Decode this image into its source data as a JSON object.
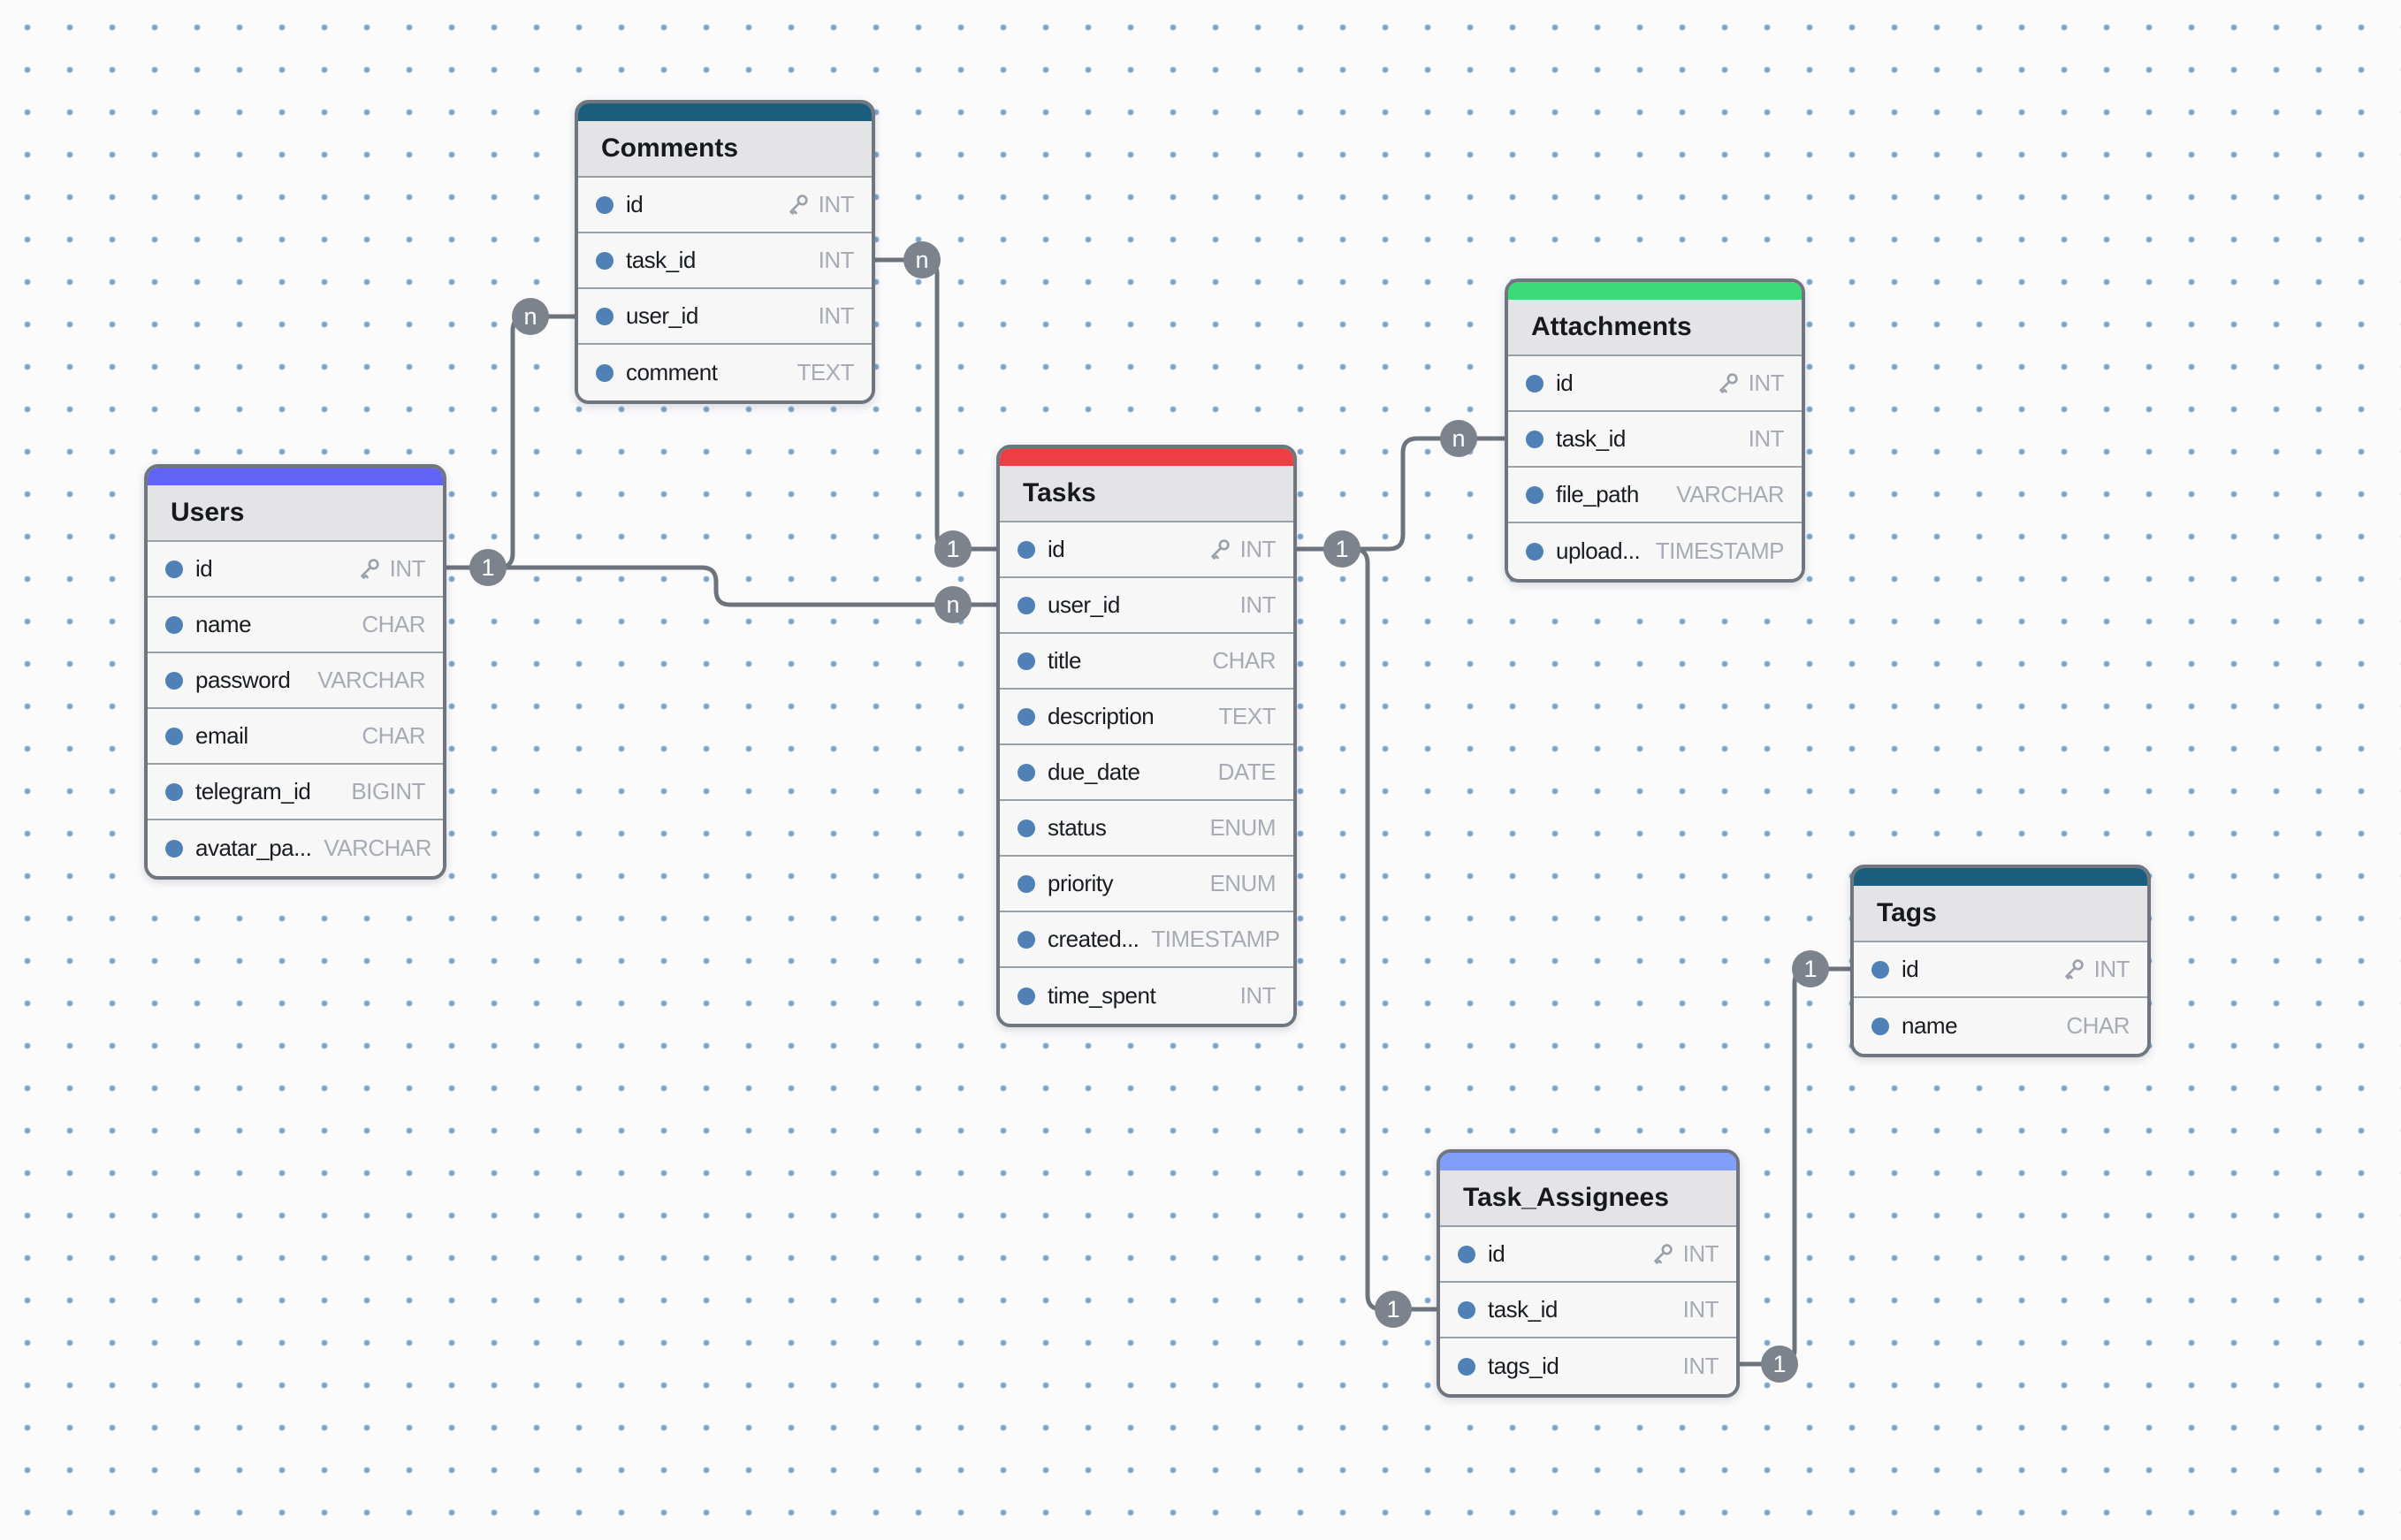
{
  "canvas": {
    "background": "#fbfbfc",
    "dot_color": "#79a5d1",
    "line_color": "#6e747e",
    "badge_color": "#7d838d"
  },
  "tables": [
    {
      "name": "Comments",
      "accent": "#1a5d7c",
      "fields": [
        {
          "name": "id",
          "type": "INT",
          "pk": true
        },
        {
          "name": "task_id",
          "type": "INT"
        },
        {
          "name": "user_id",
          "type": "INT"
        },
        {
          "name": "comment",
          "type": "TEXT"
        }
      ]
    },
    {
      "name": "Users",
      "accent": "#6163f6",
      "fields": [
        {
          "name": "id",
          "type": "INT",
          "pk": true
        },
        {
          "name": "name",
          "type": "CHAR"
        },
        {
          "name": "password",
          "type": "VARCHAR"
        },
        {
          "name": "email",
          "type": "CHAR"
        },
        {
          "name": "telegram_id",
          "type": "BIGINT"
        },
        {
          "name": "avatar_pa...",
          "type": "VARCHAR"
        }
      ]
    },
    {
      "name": "Tasks",
      "accent": "#ee3d43",
      "fields": [
        {
          "name": "id",
          "type": "INT",
          "pk": true
        },
        {
          "name": "user_id",
          "type": "INT"
        },
        {
          "name": "title",
          "type": "CHAR"
        },
        {
          "name": "description",
          "type": "TEXT"
        },
        {
          "name": "due_date",
          "type": "DATE"
        },
        {
          "name": "status",
          "type": "ENUM"
        },
        {
          "name": "priority",
          "type": "ENUM"
        },
        {
          "name": "created...",
          "type": "TIMESTAMP"
        },
        {
          "name": "time_spent",
          "type": "INT"
        }
      ]
    },
    {
      "name": "Attachments",
      "accent": "#3bdc78",
      "fields": [
        {
          "name": "id",
          "type": "INT",
          "pk": true
        },
        {
          "name": "task_id",
          "type": "INT"
        },
        {
          "name": "file_path",
          "type": "VARCHAR"
        },
        {
          "name": "upload...",
          "type": "TIMESTAMP"
        }
      ]
    },
    {
      "name": "Tags",
      "accent": "#1a5d7c",
      "fields": [
        {
          "name": "id",
          "type": "INT",
          "pk": true
        },
        {
          "name": "name",
          "type": "CHAR"
        }
      ]
    },
    {
      "name": "Task_Assignees",
      "accent": "#809dfa",
      "fields": [
        {
          "name": "id",
          "type": "INT",
          "pk": true
        },
        {
          "name": "task_id",
          "type": "INT"
        },
        {
          "name": "tags_id",
          "type": "INT"
        }
      ]
    }
  ],
  "relationships": [
    {
      "from": "Users.id",
      "to": "Comments.user_id",
      "badges": [
        {
          "label": "1"
        },
        {
          "label": "n"
        }
      ]
    },
    {
      "from": "Users.id",
      "to": "Tasks.user_id",
      "badges": [
        {
          "label": "n"
        }
      ]
    },
    {
      "from": "Comments.task_id",
      "to": "Tasks.id",
      "badges": [
        {
          "label": "n"
        },
        {
          "label": "1"
        }
      ]
    },
    {
      "from": "Tasks.id",
      "to": "Attachments.task_id",
      "badges": [
        {
          "label": "1"
        },
        {
          "label": "n"
        }
      ]
    },
    {
      "from": "Tasks.id",
      "to": "Task_Assignees.task_id",
      "badges": [
        {
          "label": "1"
        }
      ]
    },
    {
      "from": "Tags.id",
      "to": "Task_Assignees.tags_id",
      "badges": [
        {
          "label": "1"
        },
        {
          "label": "1"
        }
      ]
    }
  ]
}
